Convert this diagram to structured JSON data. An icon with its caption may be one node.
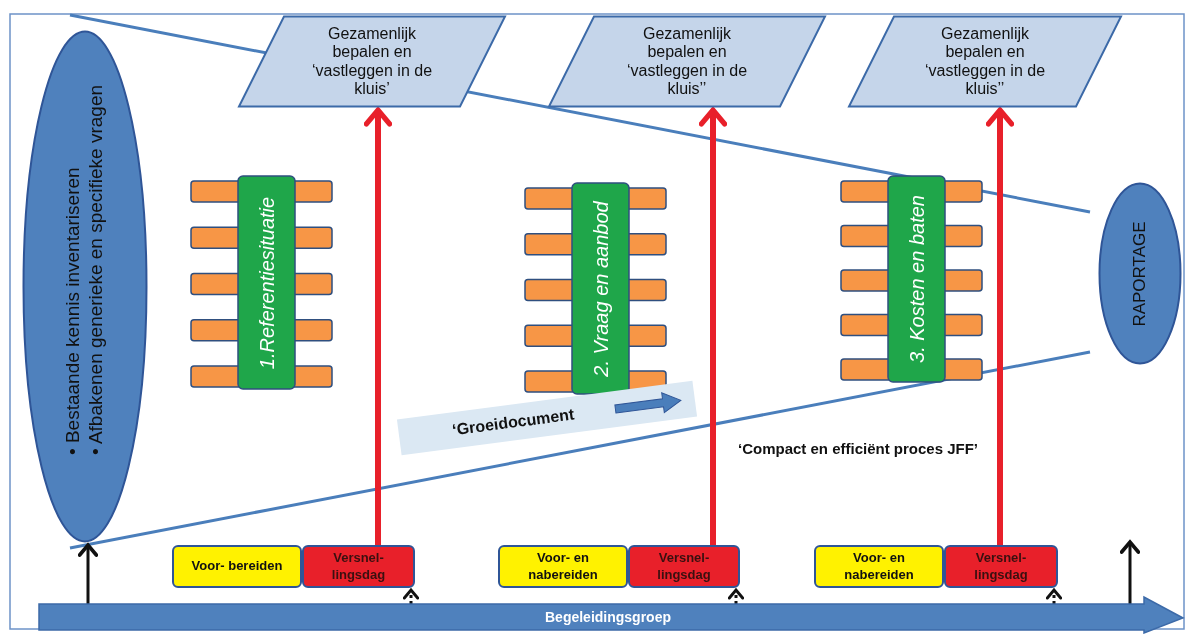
{
  "diagram": {
    "nodes": [
      {
        "text": [
          "• Bestaande kennis inventariseren",
          "• Afbakenen generieke en specifieke vragen"
        ]
      },
      {
        "text": [
          "Gezamenlijk bepalen en ‘vastleggen in de kluis’"
        ]
      },
      {
        "text": [
          "Gezamenlijk bepalen en ‘vastleggen in de kluis’’"
        ]
      },
      {
        "text": [
          "Gezamenlijk bepalen en ‘vastleggen in de kluis’’"
        ]
      },
      {
        "text": [
          "1.Referentiesituatie"
        ]
      },
      {
        "text": [
          "2. Vraag en aanbod"
        ]
      },
      {
        "text": [
          "3. Kosten en baten"
        ]
      },
      {
        "text": [
          "RAPORTAGE"
        ]
      },
      {
        "text": [
          "‘Groeidocument"
        ]
      },
      {
        "text": [
          "Voor- bereiden"
        ]
      },
      {
        "text": [
          "Versnel- lingsdag"
        ]
      },
      {
        "text": [
          "Voor- en nabereiden"
        ]
      },
      {
        "text": [
          "Versnel- lingsdag"
        ]
      },
      {
        "text": [
          "Voor- en nabereiden"
        ]
      },
      {
        "text": [
          "Versnel- lingsdag"
        ]
      },
      {
        "text": [
          "Begeleidingsgroep"
        ]
      }
    ],
    "edges": [
      {
        "from": 10,
        "to": 1,
        "arrow": "to",
        "style": "thick",
        "color": "#e8202a"
      },
      {
        "from": 12,
        "to": 2,
        "arrow": "to",
        "style": "thick",
        "color": "#e8202a"
      },
      {
        "from": 14,
        "to": 3,
        "arrow": "to",
        "style": "thick",
        "color": "#e8202a"
      },
      {
        "from": 15,
        "to": 0,
        "arrow": "to"
      },
      {
        "from": 15,
        "to": null,
        "arrow": "to"
      },
      {
        "from": 15,
        "to": 10,
        "arrow": "to",
        "style": "dashed"
      },
      {
        "from": 15,
        "to": 12,
        "arrow": "to",
        "style": "dashed"
      },
      {
        "from": 15,
        "to": 14,
        "arrow": "to",
        "style": "dashed"
      }
    ],
    "labels": [
      "‘Compact en efficiënt proces JFF’"
    ]
  }
}
